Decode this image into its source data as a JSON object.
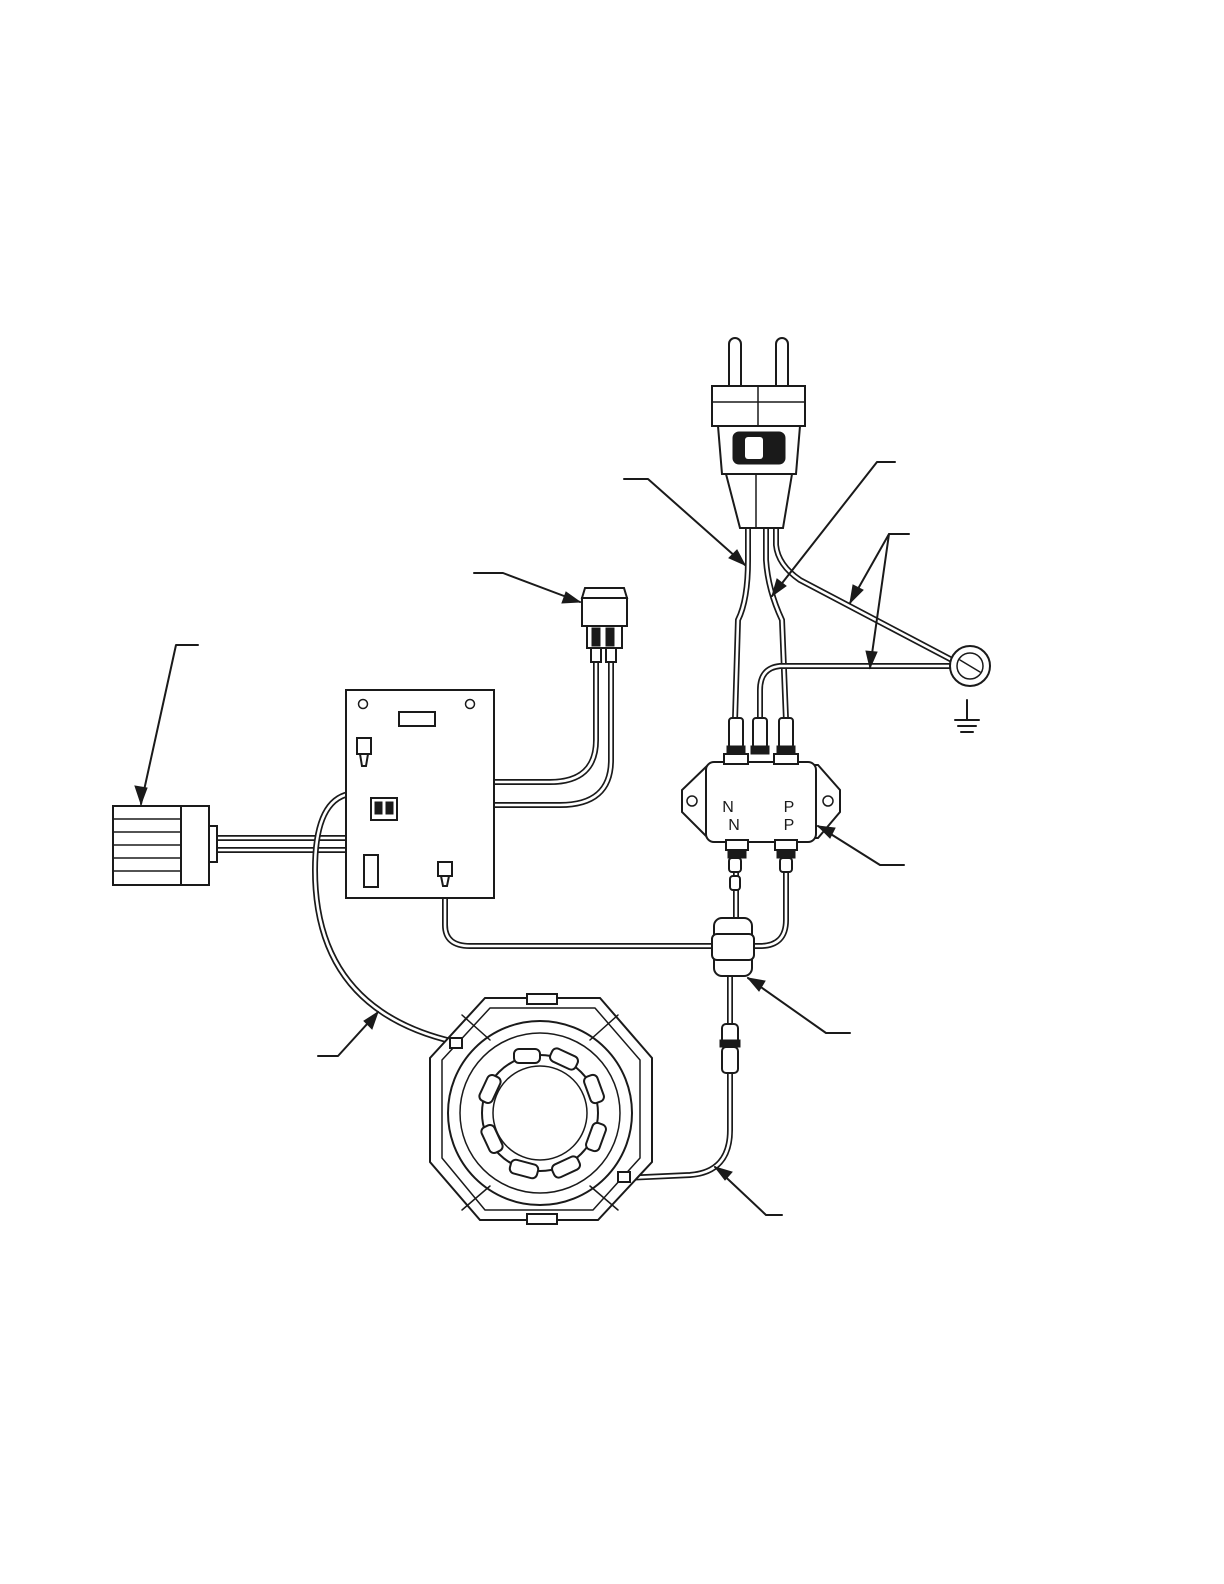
{
  "terminals": {
    "n_top": "N",
    "p_top": "P",
    "n_bottom": "N",
    "p_bottom": "P"
  },
  "colors": {
    "ink": "#1a1a1a",
    "paper": "#ffffff"
  },
  "icons": [
    "plug-icon",
    "rocker-switch-icon",
    "ground-icon",
    "ground-screw-icon",
    "motor-icon",
    "connector-block-icon"
  ]
}
